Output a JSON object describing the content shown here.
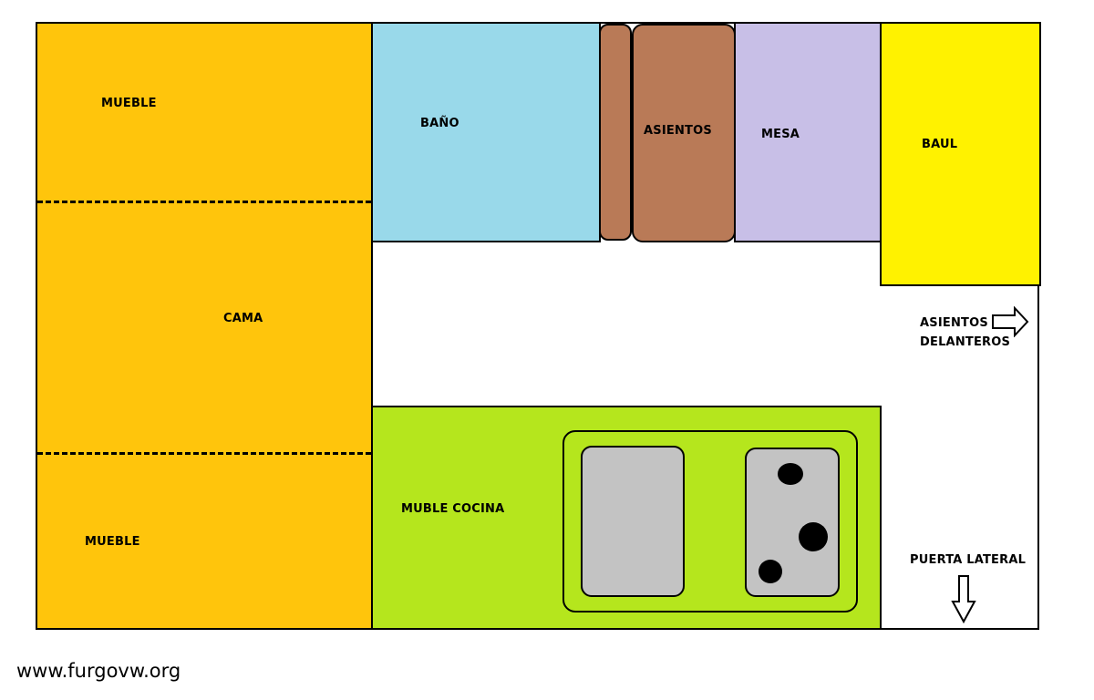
{
  "labels": {
    "mueble_top": "MUEBLE",
    "cama": "CAMA",
    "mueble_bottom": "MUEBLE",
    "bano": "BAÑO",
    "asientos": "ASIENTOS",
    "mesa": "MESA",
    "baul": "BAUL",
    "asientos_delanteros_line1": "ASIENTOS",
    "asientos_delanteros_line2": "DELANTEROS",
    "muble_cocina": "MUBLE COCINA",
    "puerta_lateral": "PUERTA LATERAL"
  },
  "watermark": "www.furgovw.org",
  "colors": {
    "bed_furniture": "#FFC50C",
    "bathroom": "#99D9EA",
    "seats": "#B97A57",
    "table": "#C8BFE7",
    "trunk": "#FFF200",
    "kitchen": "#B5E61D",
    "sink_stove": "#C3C3C3",
    "burner": "#000000"
  }
}
